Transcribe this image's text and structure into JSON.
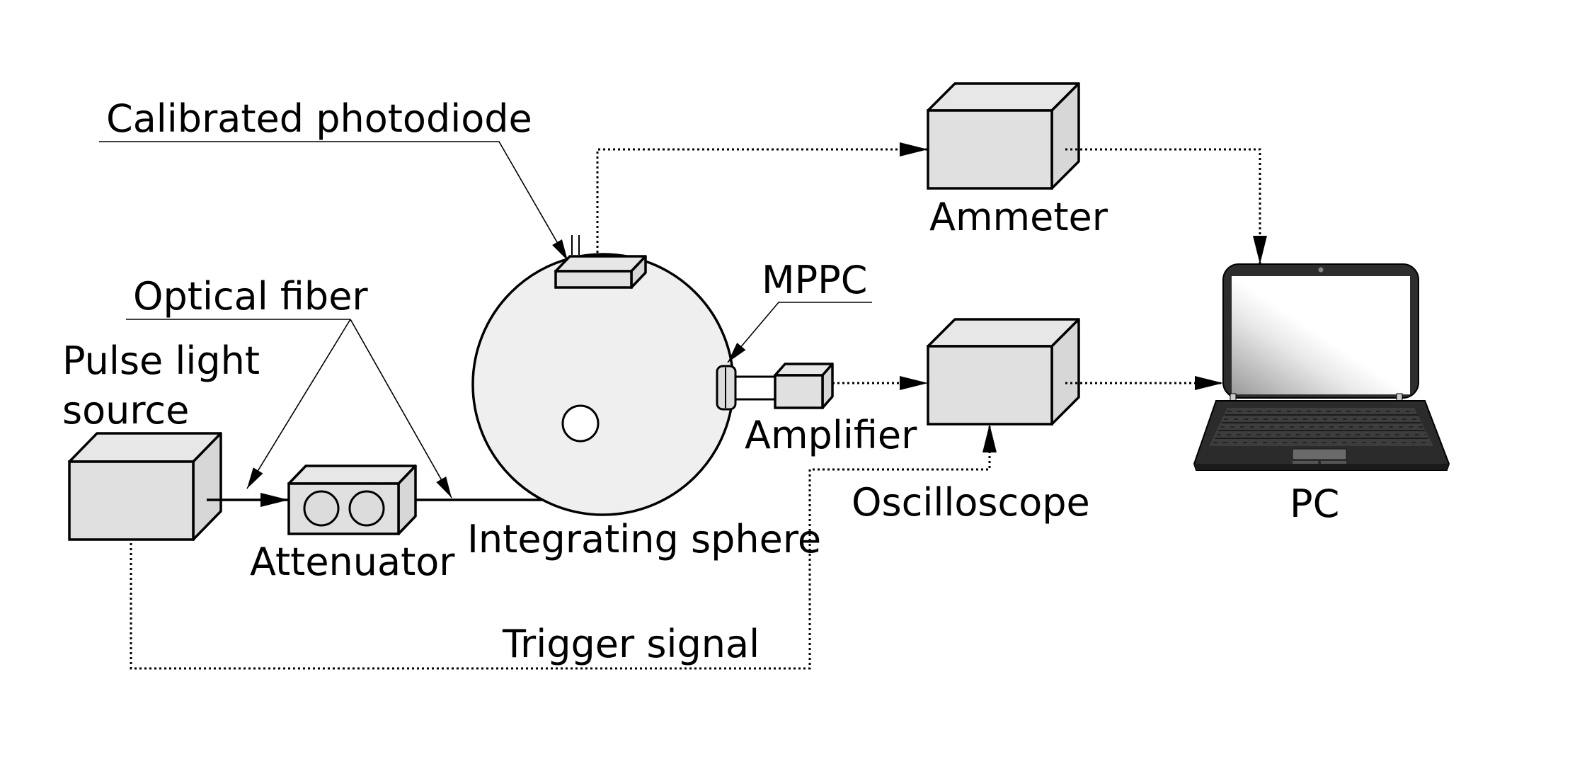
{
  "labels": {
    "calibrated_photodiode": "Calibrated photodiode",
    "optical_fiber": "Optical fiber",
    "pulse_light_source_line1": "Pulse light",
    "pulse_light_source_line2": "source",
    "attenuator": "Attenuator",
    "integrating_sphere": "Integrating sphere",
    "mppc": "MPPC",
    "amplifier": "Amplifier",
    "ammeter": "Ammeter",
    "oscilloscope": "Oscilloscope",
    "pc": "PC",
    "trigger_signal": "Trigger signal"
  },
  "connections": [
    {
      "from": "Pulse light source",
      "to": "Attenuator",
      "style": "solid"
    },
    {
      "from": "Attenuator",
      "to": "Integrating sphere",
      "style": "solid"
    },
    {
      "from": "Calibrated photodiode",
      "to": "Ammeter",
      "style": "dotted"
    },
    {
      "from": "Ammeter",
      "to": "PC",
      "style": "dotted"
    },
    {
      "from": "Amplifier",
      "to": "Oscilloscope",
      "style": "dotted"
    },
    {
      "from": "Oscilloscope",
      "to": "PC",
      "style": "dotted"
    },
    {
      "from": "Pulse light source",
      "to": "Oscilloscope",
      "style": "dotted"
    }
  ]
}
